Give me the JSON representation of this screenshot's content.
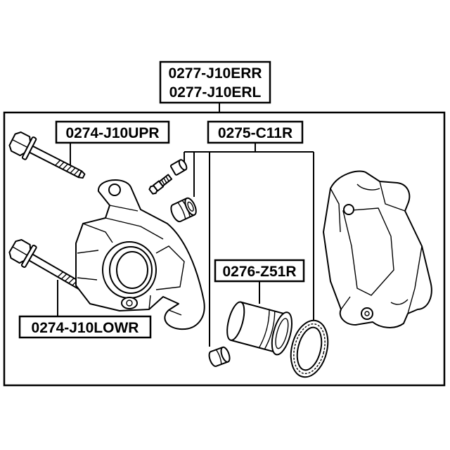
{
  "labels": {
    "assembly": [
      "0277-J10ERR",
      "0277-J10ERL"
    ],
    "upper_bolt": "0274-J10UPR",
    "seal_kit": "0275-C11R",
    "piston": "0276-Z51R",
    "lower_bolt": "0274-J10LOWR"
  },
  "colors": {
    "line": "#000000",
    "background": "#ffffff"
  }
}
